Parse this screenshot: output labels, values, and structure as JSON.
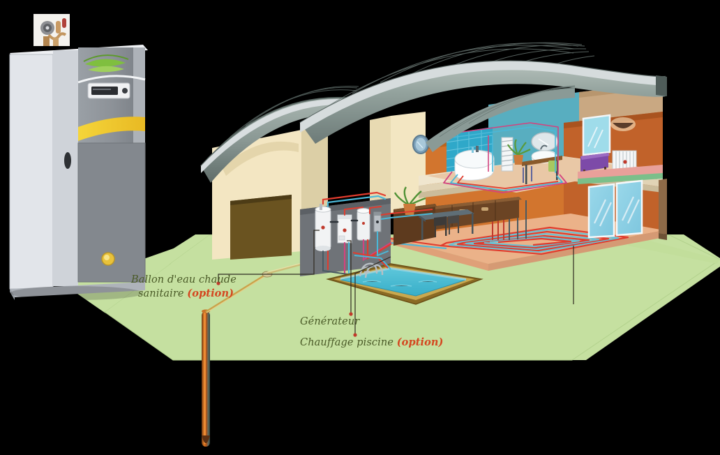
{
  "diagram": {
    "title": "Geothermal heat pump house cutaway",
    "language": "fr",
    "background_color": "#000000",
    "lawn_color": "#c5e0a0",
    "roof_color": "#8fa3a0",
    "wall_color": "#f2e4c0",
    "label_color": "#4a5a27",
    "option_color": "#d4461f"
  },
  "labels": [
    {
      "id": "ballon",
      "line1": "Ballon d'eau chaude",
      "line2_plain": "sanitaire ",
      "line2_option": "(option)"
    },
    {
      "id": "generateur",
      "text": "Générateur"
    },
    {
      "id": "piscine",
      "text_plain": "Chauffage piscine ",
      "text_option": "(option)"
    }
  ],
  "label_text": {
    "ballon_line1": "Ballon d'eau chaude",
    "ballon_line2_plain": "sanitaire ",
    "ballon_line2_option": "(option)",
    "generateur": "Générateur",
    "piscine_plain": "Chauffage piscine ",
    "piscine_option": "(option)"
  },
  "components": {
    "heat_pump_unit": "heat-pump-cabinet",
    "compressor": "compressor-assembly",
    "display_panel": "control-display",
    "geothermal_probe": "vertical-ground-probe",
    "hot_water_tank": "ballon-eau-chaude",
    "generator": "generateur-module",
    "pool": "swimming-pool",
    "pool_ladder": "pool-ladder",
    "garage": "garage-with-door",
    "bathroom": "upper-floor-bathroom",
    "bathtub": "bathtub",
    "towel_radiator": "towel-radiator",
    "washbasin": "washbasin",
    "mirror": "round-mirror",
    "bedroom": "bedroom",
    "bed": "bed",
    "wall_lamp": "wall-lamp",
    "radiator": "panel-radiator",
    "kitchen": "kitchen-units",
    "dining_table": "dining-table",
    "chairs": "dining-chairs",
    "plants": "potted-plants",
    "sliding_doors": "sliding-glass-doors",
    "porthole": "round-porthole-window",
    "underfloor_heating": "underfloor-heating-spiral"
  },
  "pipe_colors": {
    "hot_flow": "#e03c2e",
    "cold_return": "#4bb8d8",
    "magenta": "#d3437f"
  }
}
